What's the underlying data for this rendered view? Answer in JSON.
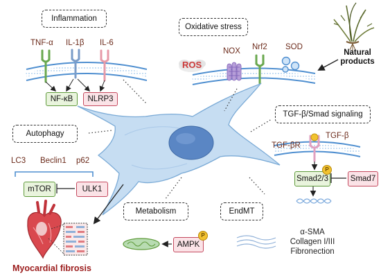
{
  "panels": {
    "inflammation": {
      "title": "Inflammation",
      "receptors": [
        "TNF-α",
        "IL-1β",
        "IL-6"
      ],
      "targets": [
        "NF-κB",
        "NLRP3"
      ]
    },
    "oxidative_stress": {
      "title": "Oxidative stress",
      "molecules": [
        "ROS",
        "NOX",
        "Nrf2",
        "SOD"
      ]
    },
    "natural_products": {
      "label": "Natural products",
      "line1": "Natural",
      "line2": "products"
    },
    "autophagy": {
      "title": "Autophagy",
      "markers": [
        "LC3",
        "Beclin1",
        "p62"
      ],
      "mtor": "mTOR",
      "ulk1": "ULK1"
    },
    "tgf": {
      "title": "TGF-β/Smad signaling",
      "receptor": "TGF-βR",
      "ligand": "TGF-β",
      "smad23": "Smad2/3",
      "smad7": "Smad7",
      "phospho": "P"
    },
    "metabolism": {
      "title": "Metabolism",
      "ampk": "AMPK",
      "phospho": "P"
    },
    "endmt": {
      "title": "EndMT",
      "markers": [
        "α-SMA",
        "Collagen I/III",
        "Fibronection"
      ]
    },
    "outcome": {
      "label": "Myocardial fibrosis"
    }
  },
  "colors": {
    "membrane": "#4f8fd0",
    "green_box_fill": "#e9f4dd",
    "green_box_border": "#5e9a3a",
    "pink_box_fill": "#fbe3e7",
    "pink_box_border": "#c4495e",
    "cell_fill": "#c6ddf2",
    "nucleus_fill": "#5a86c4",
    "phospho": "#f2c230",
    "title_red": "#9b1c1c"
  }
}
